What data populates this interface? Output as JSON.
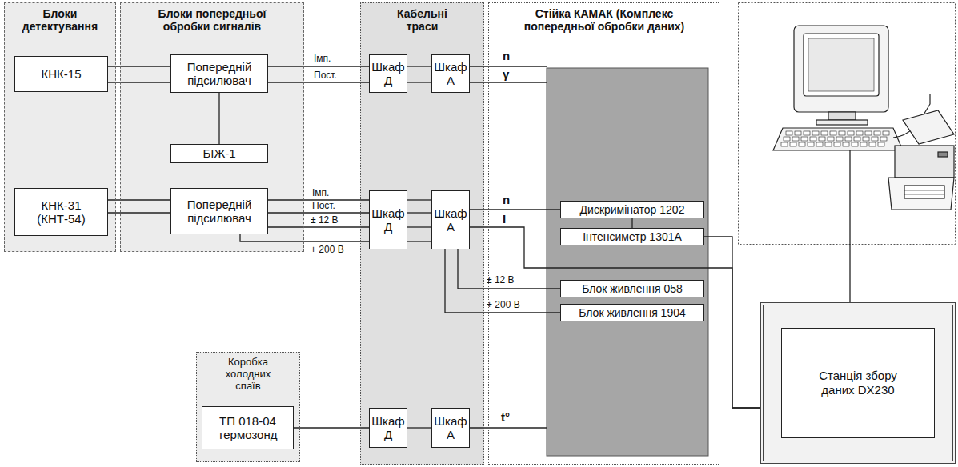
{
  "diagram": {
    "nodes": [
      {
        "text": [
          "Блоки детектування"
        ]
      },
      {
        "text": [
          "КНК-15"
        ],
        "in": 0
      },
      {
        "text": [
          "КНК-31 (КНТ-54)"
        ],
        "in": 0
      },
      {
        "text": [
          "Блоки попередньої обробки сигналів"
        ]
      },
      {
        "text": [
          "Попередній підсилювач"
        ],
        "in": 3
      },
      {
        "text": [
          "БІЖ-1"
        ],
        "in": 3
      },
      {
        "text": [
          "Попередній підсилювач"
        ],
        "in": 3
      },
      {
        "text": [
          "Кабельні траси"
        ]
      },
      {
        "text": [
          "Шкаф Д"
        ],
        "in": 7
      },
      {
        "text": [
          "Шкаф А"
        ],
        "in": 7
      },
      {
        "text": [
          "Шкаф Д"
        ],
        "in": 7
      },
      {
        "text": [
          "Шкаф А"
        ],
        "in": 7
      },
      {
        "text": [
          "Шкаф Д"
        ],
        "in": 7
      },
      {
        "text": [
          "Шкаф А"
        ],
        "in": 7
      },
      {
        "text": [
          "Стійка КАМАК (Комплекс попередньої обробки даних)"
        ]
      },
      {
        "text": [
          "Дискримінатор 1202"
        ],
        "in": 14
      },
      {
        "text": [
          "Інтенсиметр 1301А"
        ],
        "in": 14
      },
      {
        "text": [
          "Блок живлення 058"
        ],
        "in": 14
      },
      {
        "text": [
          "Блок живлення 1904"
        ],
        "in": 14
      },
      {
        "text": [
          "Коробка холодних спаїв"
        ]
      },
      {
        "text": [
          "ТП 018-04 термозонд"
        ],
        "in": 19
      },
      {
        "text": [
          "Станція збору даних DX230"
        ]
      }
    ],
    "edges": [
      {
        "from": 1,
        "to": 4,
        "arrow": "none"
      },
      {
        "from": 1,
        "to": 4,
        "arrow": "none"
      },
      {
        "from": 4,
        "to": 8,
        "label": "Імп.",
        "arrow": "none"
      },
      {
        "from": 4,
        "to": 8,
        "label": "Пост.",
        "arrow": "none"
      },
      {
        "from": 8,
        "to": 9,
        "arrow": "none"
      },
      {
        "from": 8,
        "to": 9,
        "arrow": "none"
      },
      {
        "from": 9,
        "to": 14,
        "label": "n",
        "arrow": "none"
      },
      {
        "from": 9,
        "to": 14,
        "label": "γ",
        "arrow": "none"
      },
      {
        "from": 4,
        "to": 5,
        "arrow": "none"
      },
      {
        "from": 2,
        "to": 6,
        "arrow": "none"
      },
      {
        "from": 2,
        "to": 6,
        "arrow": "none"
      },
      {
        "from": 6,
        "to": 10,
        "label": "Імп.",
        "arrow": "none"
      },
      {
        "from": 6,
        "to": 10,
        "label": "Пост.",
        "arrow": "none"
      },
      {
        "from": 6,
        "to": 10,
        "label": "± 12 В",
        "arrow": "none"
      },
      {
        "from": 6,
        "to": 10,
        "label": "+ 200 В",
        "arrow": "none"
      },
      {
        "from": 10,
        "to": 11,
        "arrow": "none"
      },
      {
        "from": 10,
        "to": 11,
        "arrow": "none"
      },
      {
        "from": 10,
        "to": 11,
        "arrow": "none"
      },
      {
        "from": 10,
        "to": 11,
        "arrow": "none"
      },
      {
        "from": 11,
        "to": 15,
        "label": "n",
        "arrow": "none"
      },
      {
        "from": 11,
        "to": 21,
        "label": "I",
        "arrow": "none"
      },
      {
        "from": 11,
        "to": 17,
        "label": "± 12 В",
        "arrow": "none"
      },
      {
        "from": 11,
        "to": 18,
        "label": "+ 200 В",
        "arrow": "none"
      },
      {
        "from": 15,
        "to": 16,
        "arrow": "none"
      },
      {
        "from": 16,
        "to": 21,
        "arrow": "none"
      },
      {
        "from": 20,
        "to": 12,
        "arrow": "none"
      },
      {
        "from": 12,
        "to": 13,
        "arrow": "none"
      },
      {
        "from": 13,
        "to": 14,
        "label": "t°",
        "arrow": "none"
      }
    ]
  }
}
